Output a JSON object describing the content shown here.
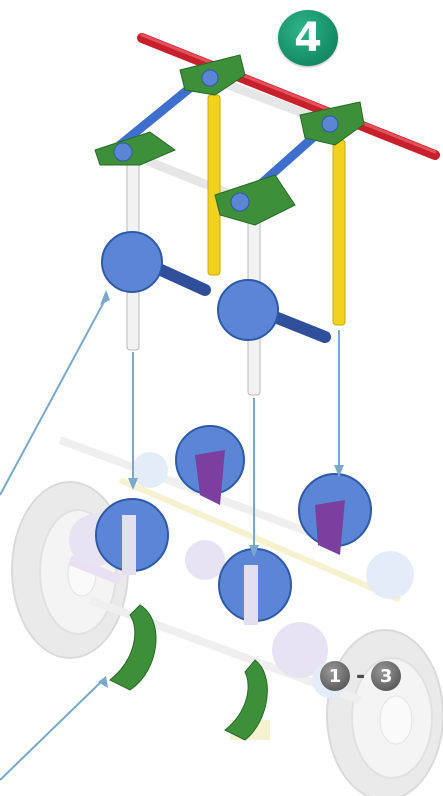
{
  "step": {
    "number": "4"
  },
  "reference": {
    "from": "1",
    "separator": "-",
    "to": "3"
  },
  "colors": {
    "badge_green": "#138a63",
    "rod_red": "#c8202b",
    "rod_blue": "#3f6fcc",
    "rod_yellow": "#f2d21c",
    "connector_green": "#3d8f3a",
    "connector_blue": "#5b86d6",
    "connector_purple": "#7b3fa0",
    "arrow_blue": "#7aa8cc"
  }
}
